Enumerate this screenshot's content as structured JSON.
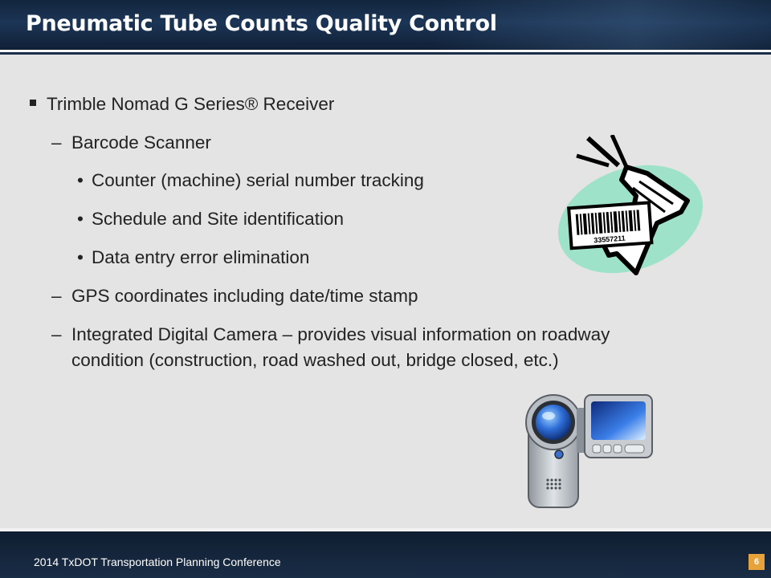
{
  "slide": {
    "title": "Pneumatic Tube Counts Quality Control",
    "page_number": "6"
  },
  "bullets": {
    "l1": "Trimble Nomad G Series® Receiver",
    "dash1": "–",
    "b1": "Barcode Scanner",
    "dot": "•",
    "s1": "Counter (machine) serial number tracking",
    "s2": "Schedule and Site identification",
    "s3": "Data entry error elimination",
    "b2": "GPS coordinates including date/time stamp",
    "b3_line1": "Integrated Digital Camera – provides visual information on roadway",
    "b3_line2": "condition (construction, road washed out, bridge closed, etc.)"
  },
  "clipart": {
    "barcode_digits": "33557211",
    "barcode_icon": "barcode-scanner-icon",
    "camera_icon": "camcorder-icon"
  },
  "footer": {
    "conference": "2014 TxDOT Transportation Planning Conference"
  }
}
